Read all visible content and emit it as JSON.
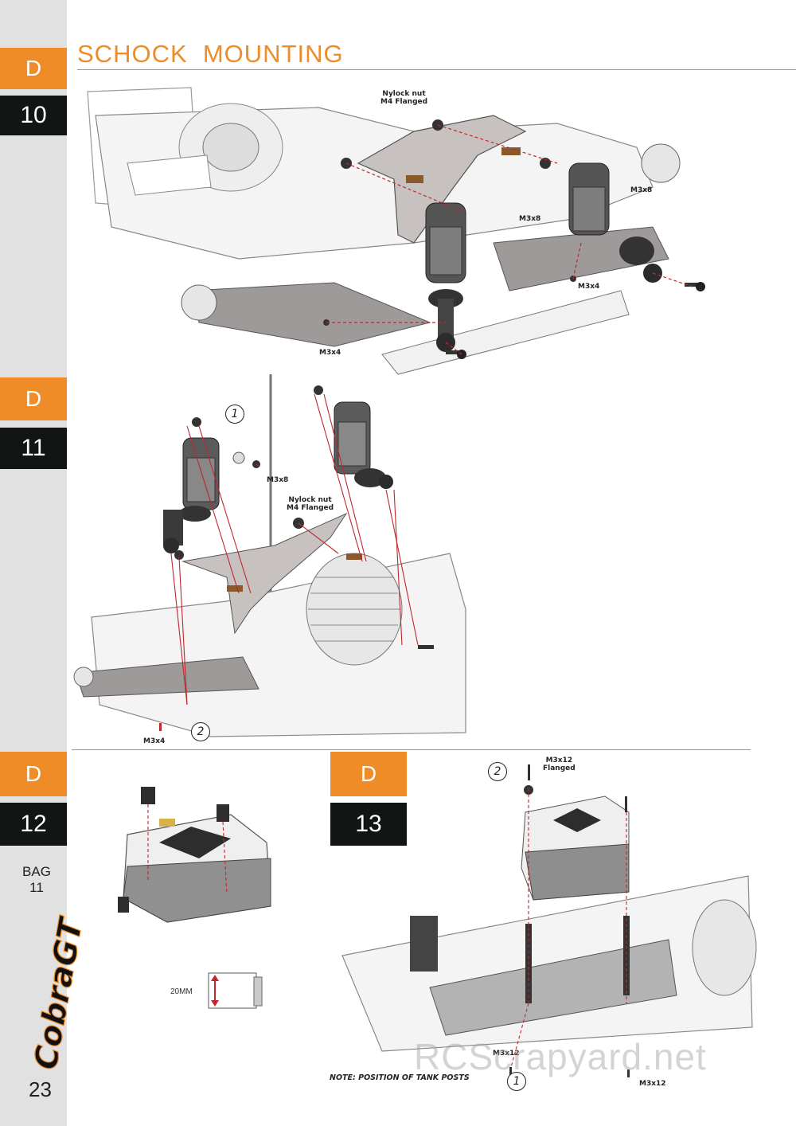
{
  "header": {
    "title": "SCHOCK  MOUNTING"
  },
  "steps": [
    {
      "letter": "D",
      "number": "10"
    },
    {
      "letter": "D",
      "number": "11"
    },
    {
      "letter": "D",
      "number": "12"
    },
    {
      "letter": "D",
      "number": "13"
    }
  ],
  "step10": {
    "labels": {
      "nylock": "Nylock nut\nM4 Flanged",
      "m3x8_right": "M3x8",
      "m3x8_mid": "M3x8",
      "m3x4_right": "M3x4",
      "m3x4_left": "M3x4"
    }
  },
  "step11": {
    "labels": {
      "m3x8": "M3x8",
      "nylock": "Nylock nut\nM4 Flanged",
      "m3x4": "M3x4"
    },
    "callouts": [
      "1",
      "2"
    ]
  },
  "step12": {
    "bag": "BAG\n11",
    "post_length": "20MM"
  },
  "step13": {
    "labels": {
      "m3x12_flanged": "M3x12\nFlanged",
      "m3x12_left": "M3x12",
      "m3x12_right": "M3x12"
    },
    "callouts": [
      "2",
      "1"
    ],
    "note": "NOTE: POSITION OF TANK POSTS"
  },
  "footer": {
    "logo": "CobraGT",
    "page_number": "23",
    "watermark": "RCScrapyard.net"
  },
  "colors": {
    "orange": "#ef8c27",
    "black": "#111614",
    "sidebar": "#e1e1e1",
    "guide_line": "#c0272d"
  }
}
